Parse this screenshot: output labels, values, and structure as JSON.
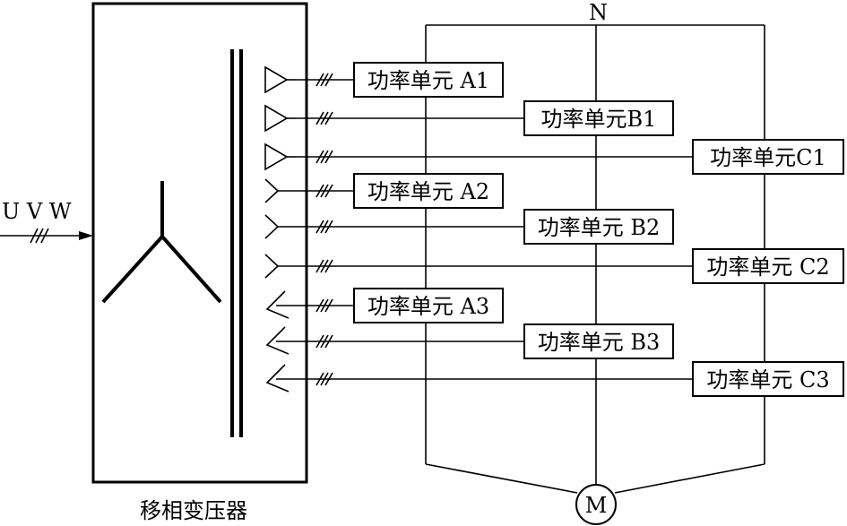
{
  "diagram": {
    "input_label": "U V W",
    "neutral_label": "N",
    "motor_label": "M",
    "transformer_caption": "移相变压器",
    "units": [
      {
        "label": "功率单元 A1",
        "phase": "A"
      },
      {
        "label": "功率单元B1",
        "phase": "B"
      },
      {
        "label": "功率单元C1",
        "phase": "C"
      },
      {
        "label": "功率单元 A2",
        "phase": "A"
      },
      {
        "label": "功率单元 B2",
        "phase": "B"
      },
      {
        "label": "功率单元 C2",
        "phase": "C"
      },
      {
        "label": "功率单元 A3",
        "phase": "A"
      },
      {
        "label": "功率单元 B3",
        "phase": "B"
      },
      {
        "label": "功率单元 C3",
        "phase": "C"
      }
    ],
    "winding_types": [
      "delta",
      "delta",
      "delta",
      "wye",
      "wye",
      "wye",
      "zigzag",
      "zigzag",
      "zigzag"
    ]
  }
}
